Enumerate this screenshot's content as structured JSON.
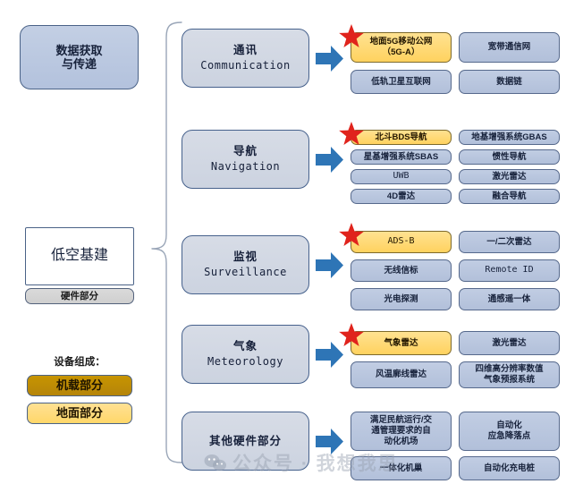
{
  "left": {
    "top_box": "数据获取\n与传递",
    "top_box_line1": "数据获取",
    "top_box_line2": "与传递",
    "root_title": "低空基建",
    "root_subtitle": "硬件部分",
    "legend_title": "设备组成：",
    "legend": [
      {
        "label": "机载部分",
        "color": "#BF8F00",
        "style": "dark-gold"
      },
      {
        "label": "地面部分",
        "color": "#FFD966",
        "style": "light-yellow"
      }
    ]
  },
  "categories": [
    {
      "cn": "通讯",
      "en": "Communication"
    },
    {
      "cn": "导航",
      "en": "Navigation"
    },
    {
      "cn": "监视",
      "en": "Surveillance"
    },
    {
      "cn": "气象",
      "en": "Meteorology"
    },
    {
      "cn": "其他硬件部分",
      "en": ""
    }
  ],
  "rows": [
    {
      "key": "communication",
      "starred": true,
      "items": [
        {
          "label": "地面5G移动公网\n（5G-A）",
          "line1": "地面5G移动公网",
          "line2": "（5G-A）",
          "highlight": true,
          "mono": false
        },
        {
          "label": "宽带通信网",
          "line1": "宽带通信网",
          "line2": "",
          "highlight": false,
          "mono": false
        },
        {
          "label": "低轨卫星互联网",
          "line1": "低轨卫星互联网",
          "line2": "",
          "highlight": false,
          "mono": false
        },
        {
          "label": "数据链",
          "line1": "数据链",
          "line2": "",
          "highlight": false,
          "mono": false
        }
      ]
    },
    {
      "key": "navigation",
      "starred": true,
      "items": [
        {
          "label": "北斗BDS导航",
          "line1": "北斗BDS导航",
          "line2": "",
          "highlight": true,
          "mono": false
        },
        {
          "label": "地基增强系统GBAS",
          "line1": "地基增强系统GBAS",
          "line2": "",
          "highlight": false,
          "mono": false
        },
        {
          "label": "星基增强系统SBAS",
          "line1": "星基增强系统SBAS",
          "line2": "",
          "highlight": false,
          "mono": false
        },
        {
          "label": "惯性导航",
          "line1": "惯性导航",
          "line2": "",
          "highlight": false,
          "mono": false
        },
        {
          "label": "UWB",
          "line1": "UWB",
          "line2": "",
          "highlight": false,
          "mono": true
        },
        {
          "label": "激光雷达",
          "line1": "激光雷达",
          "line2": "",
          "highlight": false,
          "mono": false
        },
        {
          "label": "4D雷达",
          "line1": "4D雷达",
          "line2": "",
          "highlight": false,
          "mono": false
        },
        {
          "label": "融合导航",
          "line1": "融合导航",
          "line2": "",
          "highlight": false,
          "mono": false
        }
      ]
    },
    {
      "key": "surveillance",
      "starred": true,
      "items": [
        {
          "label": "ADS-B",
          "line1": "ADS-B",
          "line2": "",
          "highlight": true,
          "mono": true
        },
        {
          "label": "一/二次雷达",
          "line1": "一/二次雷达",
          "line2": "",
          "highlight": false,
          "mono": false
        },
        {
          "label": "无线信标",
          "line1": "无线信标",
          "line2": "",
          "highlight": false,
          "mono": false
        },
        {
          "label": "Remote ID",
          "line1": "Remote ID",
          "line2": "",
          "highlight": false,
          "mono": true
        },
        {
          "label": "光电探测",
          "line1": "光电探测",
          "line2": "",
          "highlight": false,
          "mono": false
        },
        {
          "label": "通感遥一体",
          "line1": "通感遥一体",
          "line2": "",
          "highlight": false,
          "mono": false
        }
      ]
    },
    {
      "key": "meteorology",
      "starred": true,
      "items": [
        {
          "label": "气象雷达",
          "line1": "气象雷达",
          "line2": "",
          "highlight": true,
          "mono": false
        },
        {
          "label": "激光雷达",
          "line1": "激光雷达",
          "line2": "",
          "highlight": false,
          "mono": false
        },
        {
          "label": "风温廓线雷达",
          "line1": "风温廓线雷达",
          "line2": "",
          "highlight": false,
          "mono": false
        },
        {
          "label": "四维高分辨率数值\n气象预报系统",
          "line1": "四维高分辨率数值",
          "line2": "气象预报系统",
          "highlight": false,
          "mono": false
        }
      ]
    },
    {
      "key": "other-hardware",
      "starred": false,
      "items": [
        {
          "label": "满足民航运行/交\n通管理要求的自\n动化机场",
          "line1": "满足民航运行/交",
          "line2": "通管理要求的自",
          "line3": "动化机场",
          "highlight": false,
          "mono": false
        },
        {
          "label": "自动化\n应急降落点",
          "line1": "自动化",
          "line2": "应急降落点",
          "highlight": false,
          "mono": false
        },
        {
          "label": "一体化机巢",
          "line1": "一体化机巢",
          "line2": "",
          "highlight": false,
          "mono": false
        },
        {
          "label": "自动化充电桩",
          "line1": "自动化充电桩",
          "line2": "",
          "highlight": false,
          "mono": false
        }
      ]
    }
  ],
  "watermark": {
    "text": "公众号 · 我想我思"
  },
  "colors": {
    "node_blue": "#B9C6DD",
    "highlight_yellow": "#FFD966",
    "dark_gold": "#BF8F00",
    "arrow_blue": "#2E75B6",
    "star_red": "#E0231C",
    "border_blue": "#4A6287"
  }
}
